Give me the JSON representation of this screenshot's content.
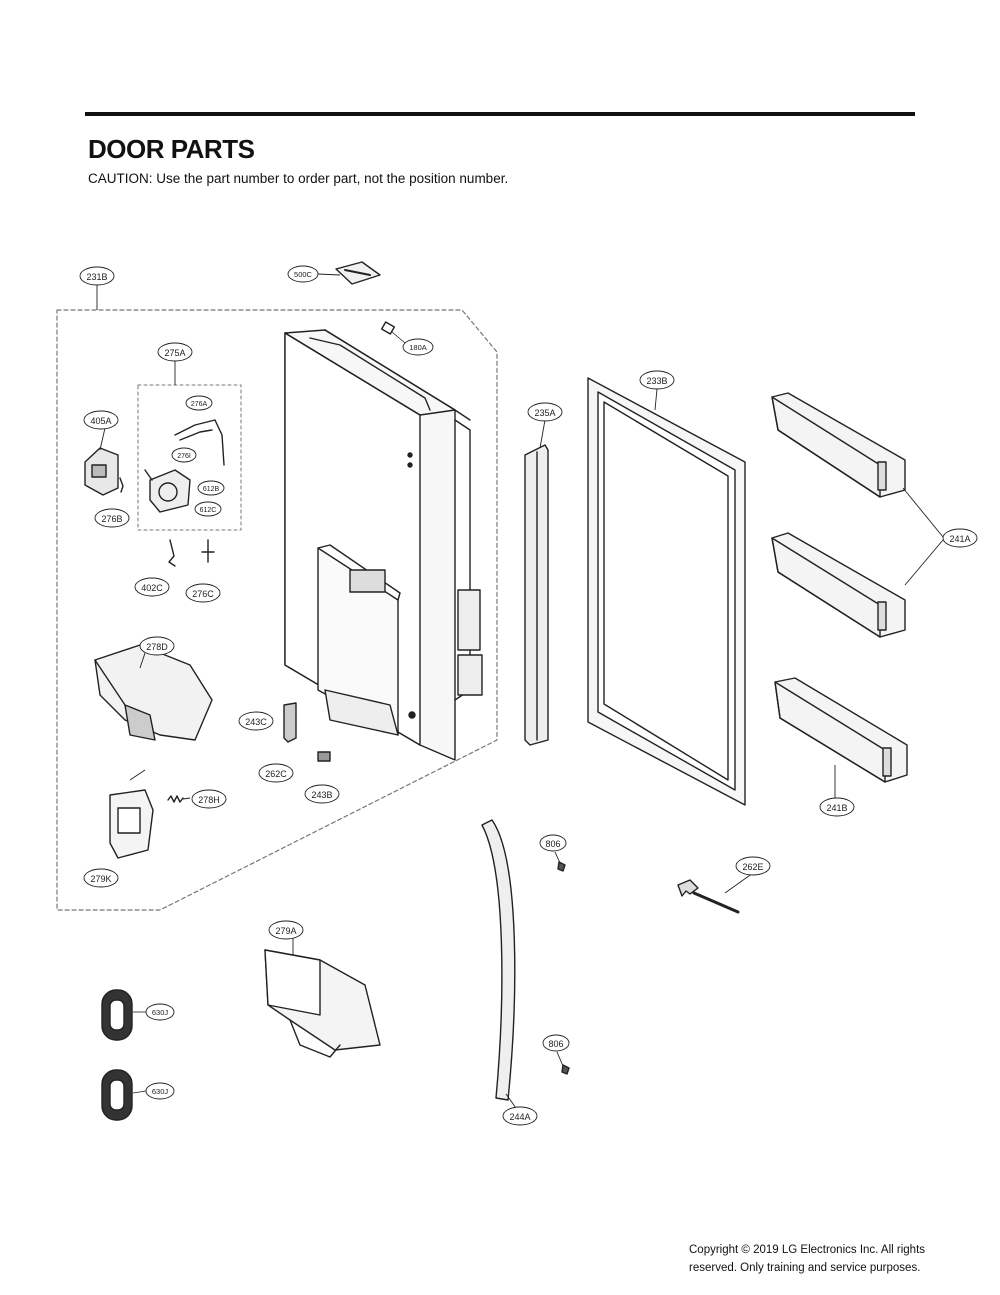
{
  "header": {
    "title": "DOOR PARTS",
    "caution": "CAUTION: Use the part number to order part, not the position number."
  },
  "callouts": {
    "c231B": "231B",
    "c500C": "500C",
    "c180A": "180A",
    "c275A": "275A",
    "c276A": "276A",
    "c276I": "276I",
    "c612B": "612B",
    "c612C": "612C",
    "c405A": "405A",
    "c276B": "276B",
    "c402C": "402C",
    "c276C": "276C",
    "c278D": "278D",
    "c243C": "243C",
    "c262C": "262C",
    "c243B": "243B",
    "c278H": "278H",
    "c279K": "279K",
    "c235A": "235A",
    "c233B": "233B",
    "c241A": "241A",
    "c241B": "241B",
    "c806a": "806",
    "c806b": "806",
    "c262E": "262E",
    "c279A": "279A",
    "c630Ja": "630J",
    "c630Jb": "630J",
    "c244A": "244A"
  },
  "footer": {
    "copyright_line1": "Copyright © 2019  LG Electronics Inc. All rights",
    "copyright_line2": "reserved. Only training and service purposes."
  },
  "colors": {
    "line": "#222222",
    "dash": "#777777",
    "part_fill": "#f4f4f4"
  }
}
